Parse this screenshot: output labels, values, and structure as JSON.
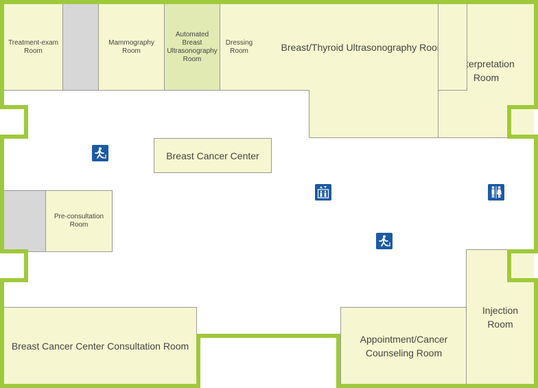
{
  "colors": {
    "wall": "#9fc93c",
    "room_fill": "#f6f7d0",
    "room_fill_highlight": "#e2eab4",
    "room_border": "#999999",
    "gray_block": "#d7d7d7",
    "sign_blue": "#1c5aa4"
  },
  "rooms": {
    "treatment_exam": "Treatment-exam Room",
    "mammography": "Mammography Room",
    "automated_breast_us": "Automated Breast Ultrasonography Room",
    "dressing": "Dressing Room",
    "breast_thyroid_us": "Breast/Thyroid Ultrasonography Room",
    "interpretation": "Interpretation Room",
    "pre_consultation": "Pre-consultation Room",
    "consultation": "Breast Cancer Center Consultation Room",
    "appointment_counseling": "Appointment/Cancer Counseling Room",
    "injection": "Injection Room"
  },
  "center_label": "Breast Cancer Center",
  "icons": [
    "emergency-exit-icon",
    "elevator-icon",
    "restroom-icon",
    "emergency-exit-icon"
  ]
}
